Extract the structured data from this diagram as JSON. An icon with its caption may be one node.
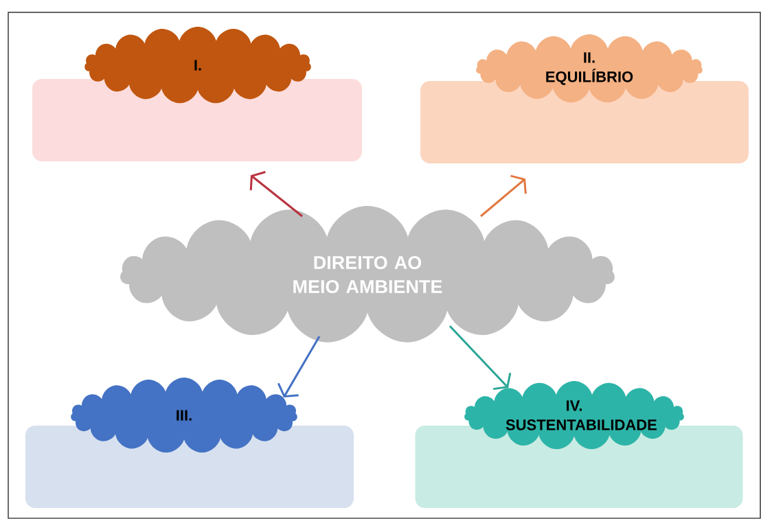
{
  "diagram": {
    "nodes": [
      {
        "text": [
          "I."
        ]
      },
      {
        "text": [],
        "shape": "box"
      },
      {
        "text": [
          "II. EQUILÍBRIO"
        ]
      },
      {
        "text": [],
        "shape": "box"
      },
      {
        "text": [
          "DIREITO AO MEIO AMBIENTE"
        ]
      },
      {
        "text": [
          "III."
        ]
      },
      {
        "text": [],
        "shape": "box"
      },
      {
        "text": [
          "IV. SUSTENTABILIDADE"
        ]
      },
      {
        "text": [],
        "shape": "box"
      }
    ],
    "edges": [
      {
        "from": 4,
        "to": 1,
        "arrow": "to",
        "color": "#b8323f"
      },
      {
        "from": 4,
        "to": 3,
        "arrow": "to",
        "color": "#e2773f"
      },
      {
        "from": 4,
        "to": 5,
        "arrow": "to",
        "color": "#4472c4"
      },
      {
        "from": 4,
        "to": 7,
        "arrow": "to",
        "color": "#2aa596"
      }
    ]
  }
}
